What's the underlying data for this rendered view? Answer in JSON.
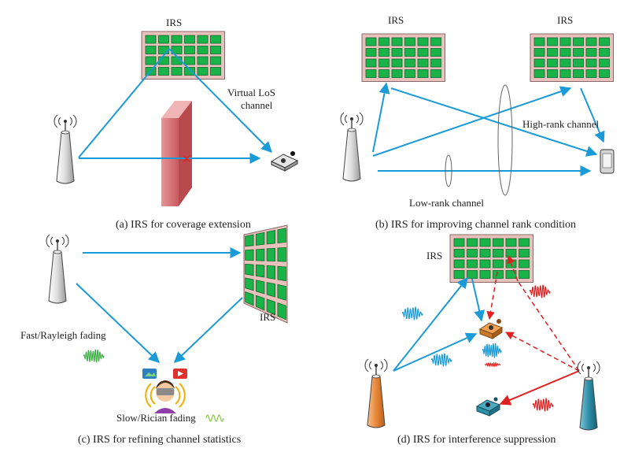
{
  "panels": {
    "a": {
      "caption": "(a) IRS for coverage extension",
      "irs_label": "IRS",
      "link_label_line1": "Virtual LoS",
      "link_label_line2": "channel"
    },
    "b": {
      "caption": "(b) IRS for improving channel rank condition",
      "irs_label_left": "IRS",
      "irs_label_right": "IRS",
      "high_rank_label": "High-rank channel",
      "low_rank_label": "Low-rank channel"
    },
    "c": {
      "caption": "(c) IRS for refining channel statistics",
      "irs_label": "IRS",
      "fast_fading_label": "Fast/Rayleigh  fading",
      "slow_fading_label": "Slow/Rician fading"
    },
    "d": {
      "caption": "(d) IRS for interference suppression",
      "irs_label": "IRS"
    }
  },
  "colors": {
    "link_blue": "#1a9bd8",
    "interference_red": "#e02020",
    "irs_frame": "#e8c0bc",
    "irs_element": "#19b34a",
    "wall": "#d9777a",
    "tower_orange": "#e8883a",
    "tower_teal": "#2e8fa8",
    "fast_fading_wave": "#3fae49",
    "slow_fading_wave": "#8cc63f"
  },
  "icons": [
    "base-station-icon",
    "irs-panel-icon",
    "blockage-wall-icon",
    "vr-user-icon",
    "smartphone-icon",
    "user-device-icon"
  ]
}
